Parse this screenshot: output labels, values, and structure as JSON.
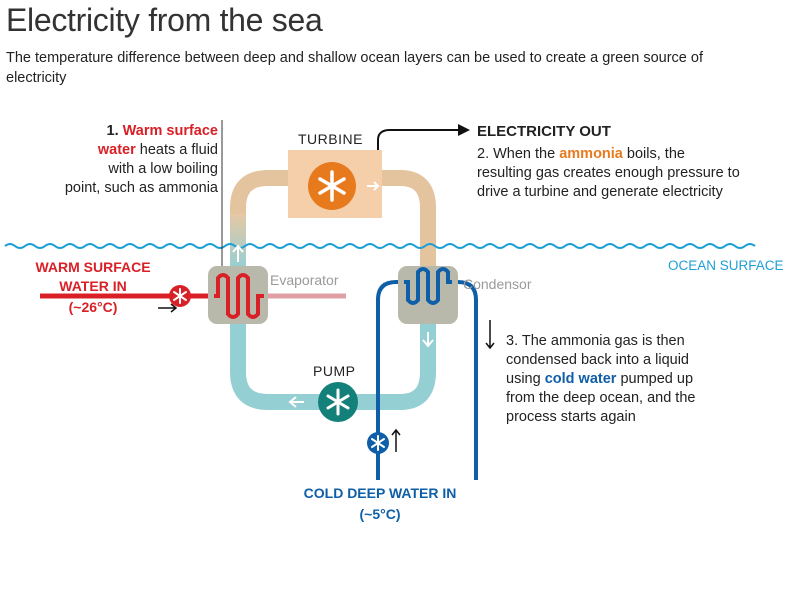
{
  "header": {
    "title": "Electricity from the sea",
    "subtitle": "The temperature difference between deep and shallow ocean layers can be used to create a green source of electricity"
  },
  "step1": {
    "number": "1.",
    "highlight_line1": "Warm surface",
    "highlight_line2": "water",
    "rest_line2": " heats a fluid",
    "line3": "with a low boiling",
    "line4": "point, such as ammonia"
  },
  "labels": {
    "turbine": "TURBINE",
    "evaporator": "Evaporator",
    "condensor": "Condensor",
    "pump": "PUMP",
    "ocean_surface": "OCEAN SURFACE",
    "electricity_out": "ELECTRICITY OUT"
  },
  "warm_in": {
    "line1": "WARM SURFACE",
    "line2": "WATER IN",
    "temp": "(~26°C)"
  },
  "cold_in": {
    "line1": "COLD DEEP WATER IN",
    "temp": "(~5°C)"
  },
  "step2": {
    "prefix": "2. When the ",
    "highlight": "ammonia",
    "suffix": " boils, the",
    "line2": "resulting gas creates enough pressure to",
    "line3": "drive a turbine and generate electricity"
  },
  "step3": {
    "line1": "3. The ammonia gas is then",
    "line2": "condensed back into a liquid",
    "line3_prefix": "using ",
    "line3_highlight": "cold water",
    "line3_suffix": " pumped up",
    "line4": "from the deep ocean, and the",
    "line5": "process starts again"
  },
  "colors": {
    "warm": "#d92027",
    "cold": "#0e5fa8",
    "ammonia": "#e87a1e",
    "ocean": "#1e9fd6",
    "pump": "#14807a",
    "pipe_top": "#e8c4a0",
    "pipe_bottom": "#8fcdd2",
    "exchanger": "#b8b8a8"
  }
}
